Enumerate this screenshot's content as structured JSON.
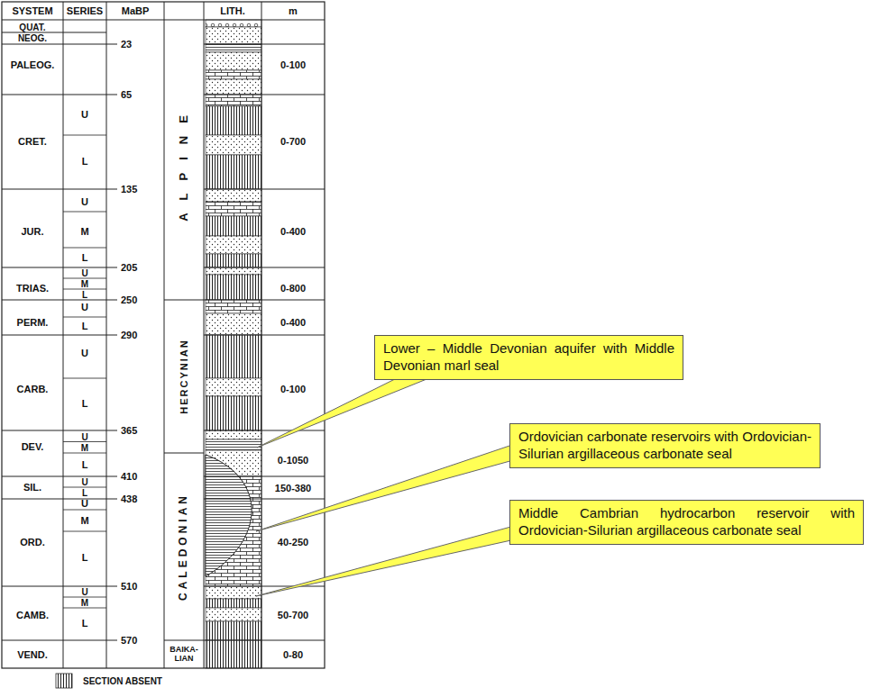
{
  "diagram": {
    "nodes": [
      {
        "text": [
          "Lower – Middle Devonian aquifer with Middle Devonian marl seal"
        ]
      },
      {
        "text": [
          "Ordovician carbonate reservoirs with Ordovician-Silurian argillaceous carbonate seal"
        ]
      },
      {
        "text": [
          "Middle Cambrian hydrocarbon reservoir with Ordovician-Silurian argillaceous carbonate seal"
        ]
      }
    ],
    "labels": [
      "SYSTEM",
      "SERIES",
      "MaBP",
      "LITH.",
      "m",
      "QUAT.",
      "NEOG.",
      "PALEOG.",
      "CRET.",
      "JUR.",
      "TRIAS.",
      "PERM.",
      "CARB.",
      "DEV.",
      "SIL.",
      "ORD.",
      "CAMB.",
      "VEND.",
      "U",
      "L",
      "U",
      "M",
      "L",
      "U",
      "M",
      "L",
      "U",
      "L",
      "U",
      "L",
      "U",
      "M",
      "L",
      "U",
      "L",
      "U",
      "M",
      "L",
      "U",
      "M",
      "L",
      "23",
      "65",
      "135",
      "205",
      "250",
      "290",
      "365",
      "410",
      "438",
      "510",
      "570",
      "ALPINE",
      "HERCYNIAN",
      "CALEDONIAN",
      "BAIKA- LIAN",
      "0-100",
      "0-700",
      "0-400",
      "0-800",
      "0-400",
      "0-100",
      "0-1050",
      "150-380",
      "40-250",
      "50-700",
      "0-80"
    ],
    "legend": [
      {
        "text": "SECTION ABSENT"
      }
    ]
  }
}
